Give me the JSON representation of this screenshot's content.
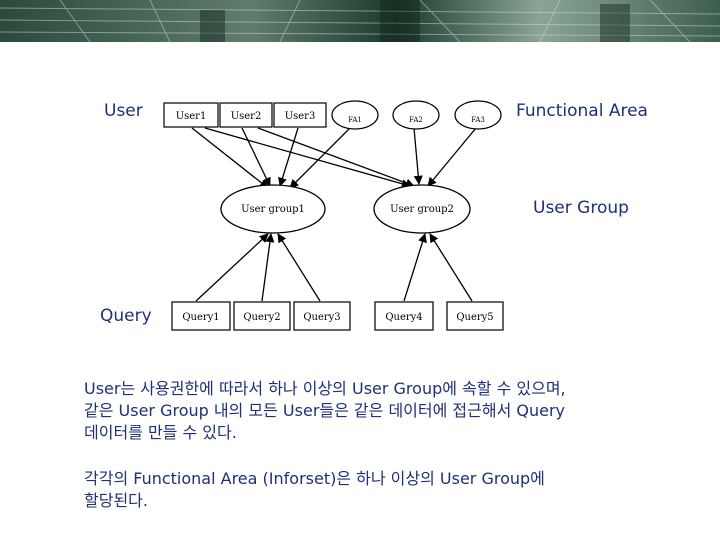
{
  "labels": {
    "user": "User",
    "functional_area": "Functional Area",
    "user_group": "User Group",
    "query": "Query"
  },
  "diagram": {
    "users": [
      "User1",
      "User2",
      "User3"
    ],
    "functional_areas": [
      "FA1",
      "FA2",
      "FA3"
    ],
    "user_groups": [
      "User group1",
      "User group2"
    ],
    "queries": [
      "Query1",
      "Query2",
      "Query3",
      "Query4",
      "Query5"
    ]
  },
  "text": {
    "paragraph1_lines": [
      "User는 사용권한에 따라서 하나 이상의 User Group에 속할 수 있으며,",
      "같은 User Group 내의 모든 User들은 같은 데이터에 접근해서 Query",
      "데이터를 만들 수 있다."
    ],
    "paragraph2_lines": [
      "각각의 Functional Area (Inforset)은 하나 이상의 User Group에",
      "할당된다."
    ]
  },
  "colors": {
    "text_accent": "#1f2f7a",
    "banner_dark": "#1c3a2c",
    "banner_light": "#9fb5a6"
  }
}
